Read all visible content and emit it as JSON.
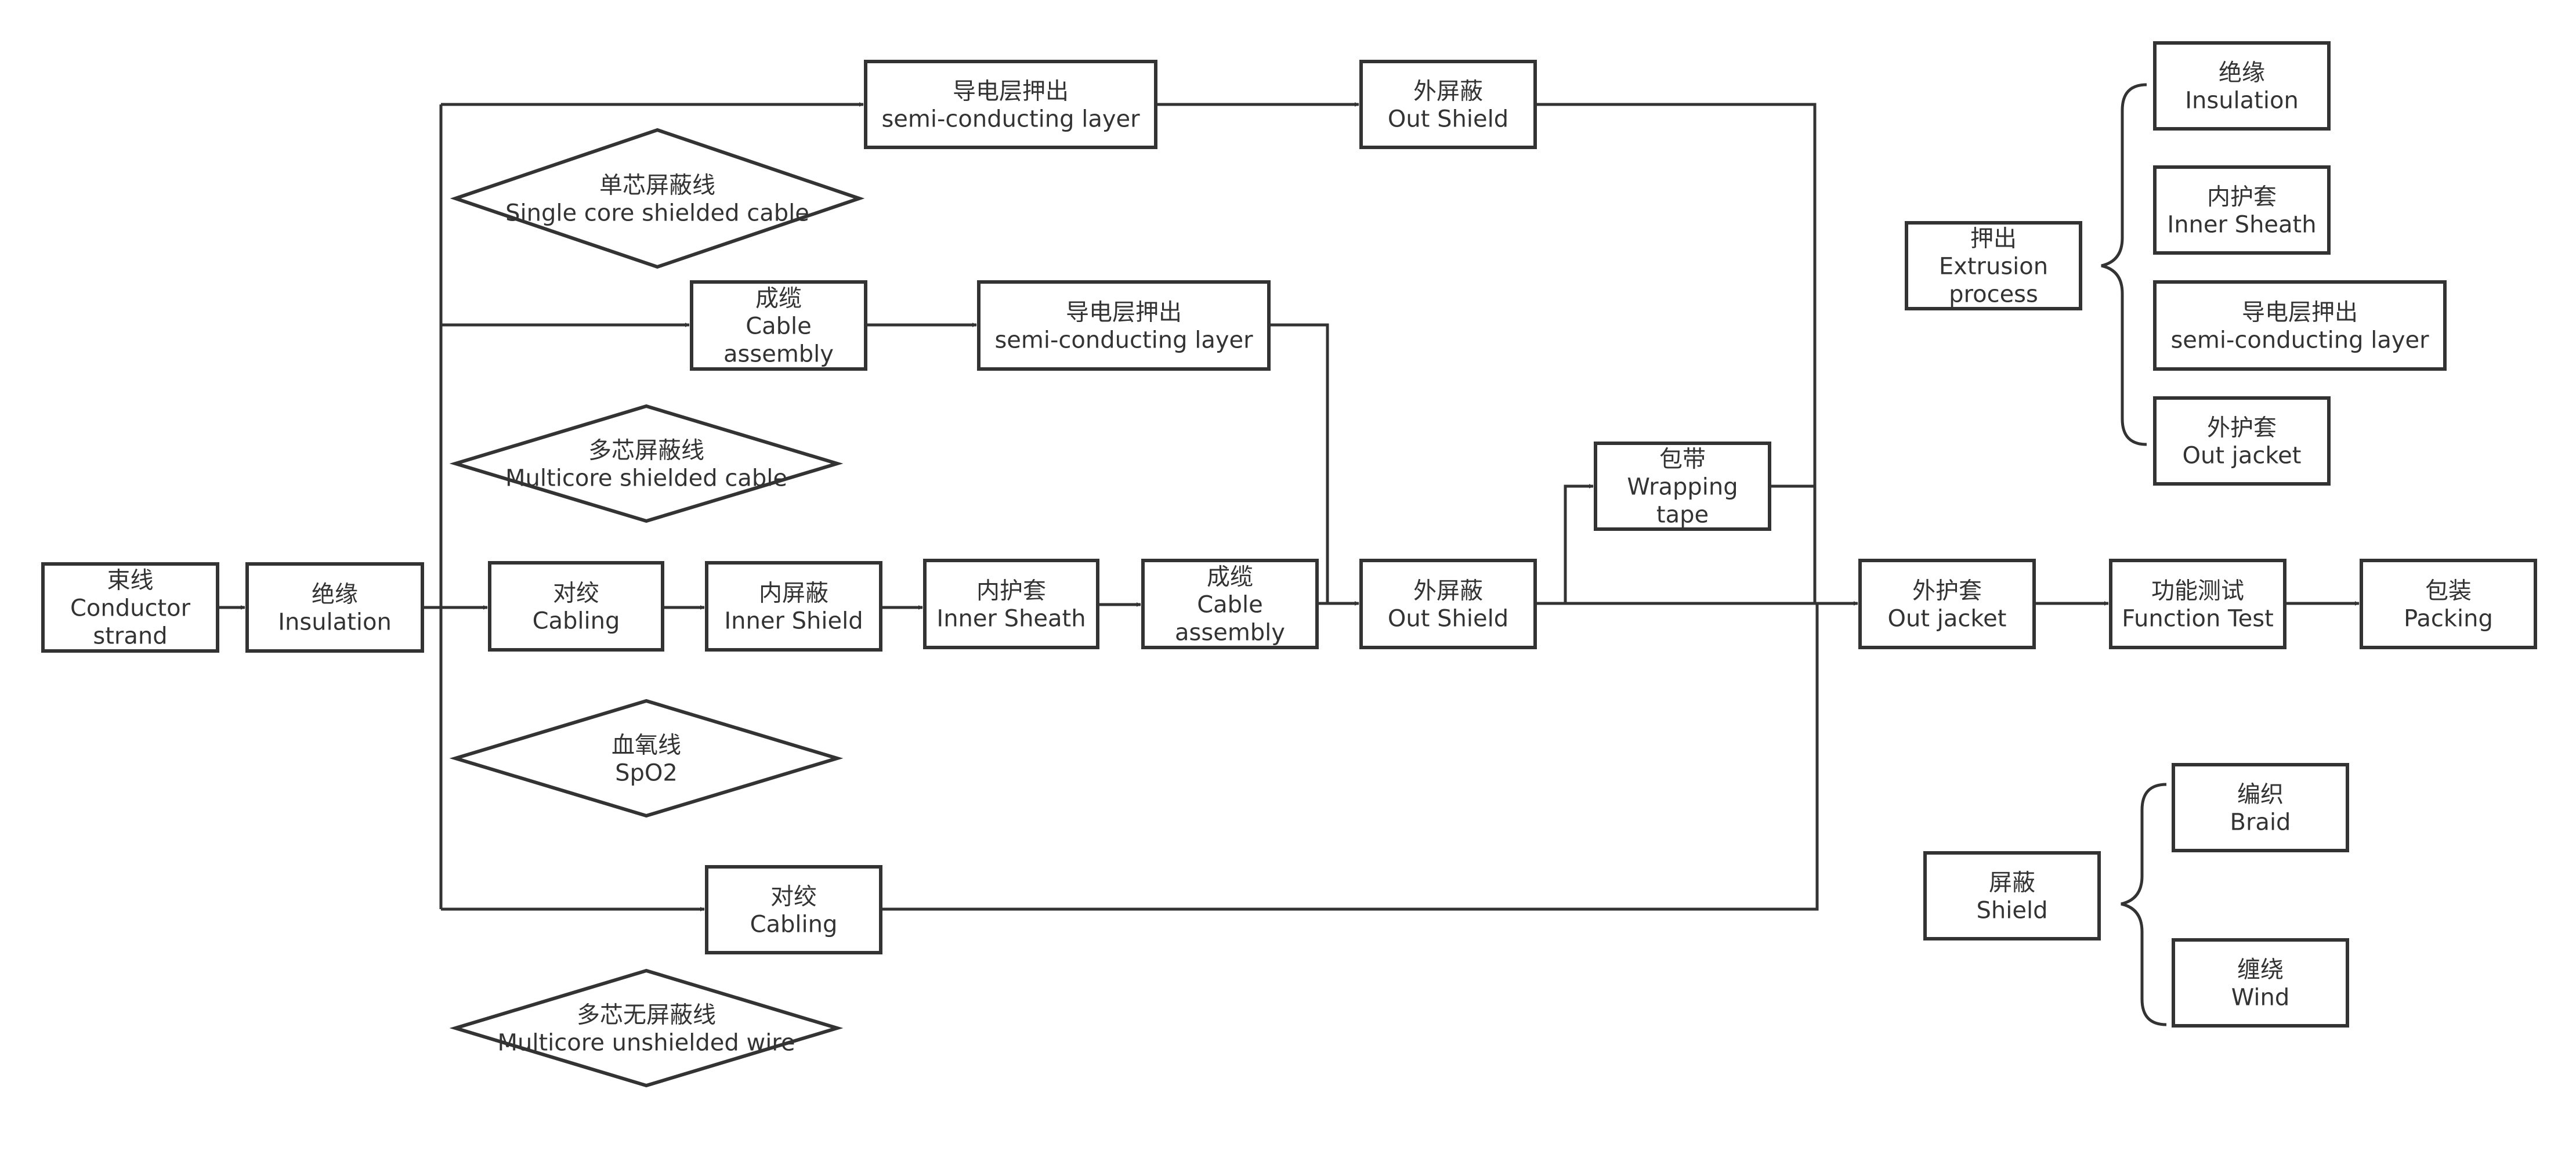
{
  "colors": {
    "stroke": "#333333",
    "text": "#333333",
    "fill": "#ffffff"
  },
  "nodes": {
    "conductor_strand": [
      "束线",
      "Conductor",
      "strand"
    ],
    "insulation_main": [
      "绝缘",
      "Insulation"
    ],
    "semicon_top": [
      "导电层押出",
      "semi-conducting layer"
    ],
    "out_shield_top": [
      "外屏蔽",
      "Out Shield"
    ],
    "single_core_diamond": [
      "单芯屏蔽线",
      "Single core shielded cable"
    ],
    "cable_assembly_top": [
      "成缆",
      "Cable",
      "assembly"
    ],
    "semicon_mid": [
      "导电层押出",
      "semi-conducting layer"
    ],
    "multicore_shielded_diamond": [
      "多芯屏蔽线",
      "Multicore shielded cable"
    ],
    "cabling_main": [
      "对绞",
      "Cabling"
    ],
    "inner_shield": [
      "内屏蔽",
      "Inner Shield"
    ],
    "inner_sheath": [
      "内护套",
      "Inner Sheath"
    ],
    "cable_assembly_main": [
      "成缆",
      "Cable",
      "assembly"
    ],
    "out_shield_main": [
      "外屏蔽",
      "Out Shield"
    ],
    "wrapping_tape": [
      "包带",
      "Wrapping",
      "tape"
    ],
    "out_jacket_main": [
      "外护套",
      "Out jacket"
    ],
    "function_test": [
      "功能测试",
      "Function Test"
    ],
    "packing": [
      "包装",
      "Packing"
    ],
    "spo2_diamond": [
      "血氧线",
      "SpO2"
    ],
    "cabling_bottom": [
      "对绞",
      "Cabling"
    ],
    "multicore_unshielded_diamond": [
      "多芯无屏蔽线",
      "Multicore unshielded wire"
    ]
  },
  "legend": {
    "extrusion": {
      "group": [
        "押出",
        "Extrusion",
        "process"
      ],
      "items": [
        [
          "绝缘",
          "Insulation"
        ],
        [
          "内护套",
          "Inner Sheath"
        ],
        [
          "导电层押出",
          "semi-conducting layer"
        ],
        [
          "外护套",
          "Out jacket"
        ]
      ]
    },
    "shield": {
      "group": [
        "屏蔽",
        "Shield"
      ],
      "items": [
        [
          "编织",
          "Braid"
        ],
        [
          "缠绕",
          "Wind"
        ]
      ]
    }
  }
}
